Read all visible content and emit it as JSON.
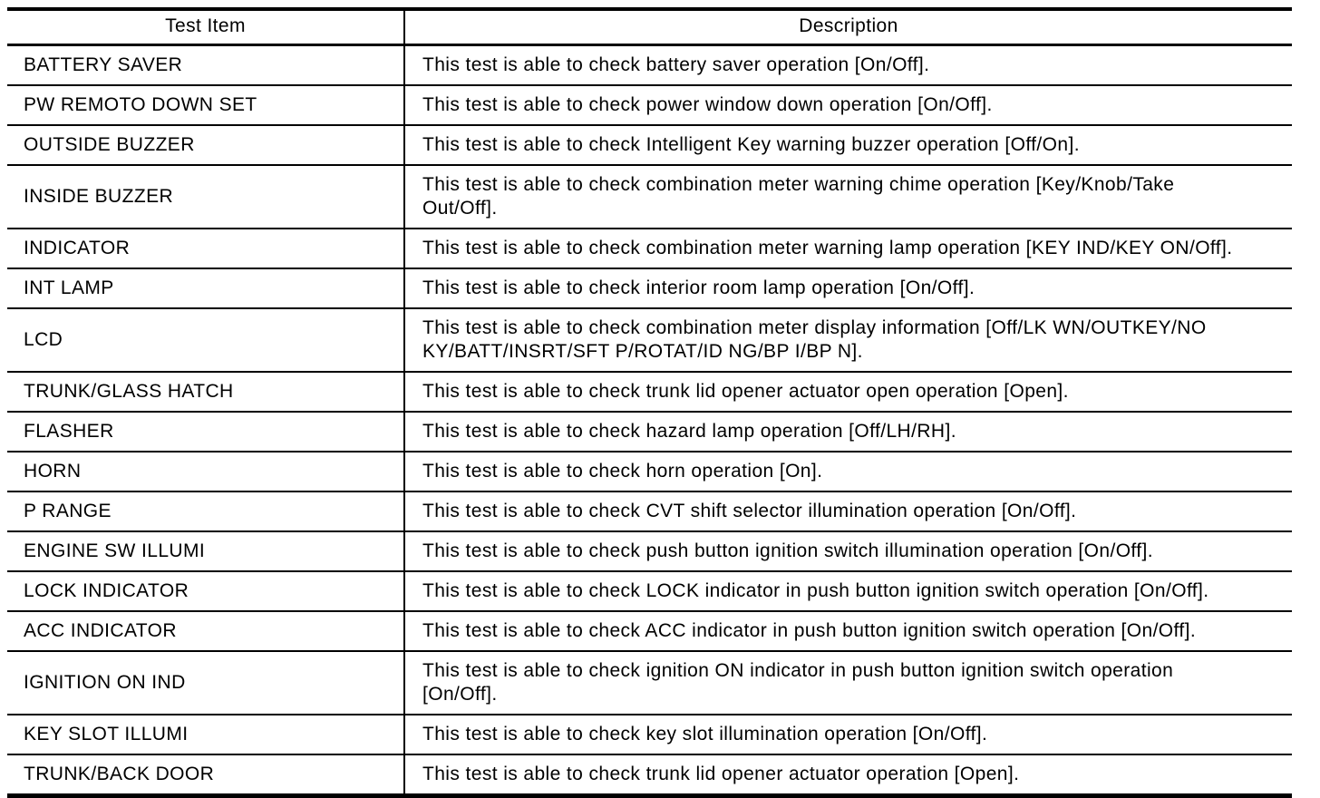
{
  "colors": {
    "background": "#ffffff",
    "text": "#000000",
    "border": "#000000"
  },
  "table": {
    "headers": [
      "Test Item",
      "Description"
    ],
    "rows": [
      {
        "item": "BATTERY SAVER",
        "description": "This test is able to check battery saver operation [On/Off]."
      },
      {
        "item": "PW REMOTO DOWN SET",
        "description": "This test is able to check power window down operation [On/Off]."
      },
      {
        "item": "OUTSIDE BUZZER",
        "description": "This test is able to check Intelligent Key warning buzzer operation [Off/On]."
      },
      {
        "item": "INSIDE BUZZER",
        "description": "This test is able to check combination meter warning chime operation [Key/Knob/Take Out/Off]."
      },
      {
        "item": "INDICATOR",
        "description": "This test is able to check combination meter warning lamp operation [KEY IND/KEY ON/Off]."
      },
      {
        "item": "INT LAMP",
        "description": "This test is able to check interior room lamp operation [On/Off]."
      },
      {
        "item": "LCD",
        "description": "This test is able to check combination meter display information [Off/LK WN/OUTKEY/NO KY/BATT/INSRT/SFT P/ROTAT/ID NG/BP I/BP N]."
      },
      {
        "item": "TRUNK/GLASS HATCH",
        "description": "This test is able to check trunk lid opener actuator open operation [Open]."
      },
      {
        "item": "FLASHER",
        "description": "This test is able to check hazard lamp operation [Off/LH/RH]."
      },
      {
        "item": "HORN",
        "description": "This test is able to check horn operation [On]."
      },
      {
        "item": "P RANGE",
        "description": "This test is able to check CVT shift selector illumination operation [On/Off]."
      },
      {
        "item": "ENGINE SW ILLUMI",
        "description": "This test is able to check push button ignition switch illumination operation [On/Off]."
      },
      {
        "item": "LOCK INDICATOR",
        "description": "This test is able to check LOCK indicator in push button ignition switch operation [On/Off]."
      },
      {
        "item": "ACC INDICATOR",
        "description": "This test is able to check ACC indicator in push button ignition switch operation [On/Off]."
      },
      {
        "item": "IGNITION ON IND",
        "description": "This test is able to check ignition ON indicator in push button ignition switch operation [On/Off]."
      },
      {
        "item": "KEY SLOT ILLUMI",
        "description": "This test is able to check key slot illumination operation [On/Off]."
      },
      {
        "item": "TRUNK/BACK DOOR",
        "description": "This test is able to check trunk lid opener actuator operation [Open]."
      }
    ]
  }
}
